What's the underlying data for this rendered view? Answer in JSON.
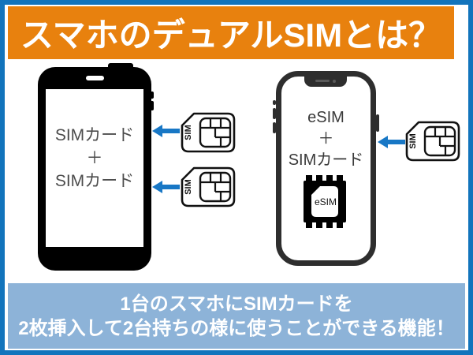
{
  "colors": {
    "outer_border": "#1274BC",
    "header_bg": "#E8810E",
    "footer_bg": "#8DB3D8",
    "arrow": "#1877C5",
    "left_phone_body": "#000000",
    "right_phone_frame": "#2E2E2E",
    "left_screen_text": "#4D4D4D",
    "right_screen_text": "#3A3A3A",
    "banner_text": "#FFFFFF"
  },
  "header": {
    "title": "スマホのデュアルSIMとは？"
  },
  "diagram": {
    "left_phone": {
      "line1": "SIMカード",
      "plus": "＋",
      "line2": "SIMカード"
    },
    "right_phone": {
      "line1": "eSIM",
      "plus": "＋",
      "line2": "SIMカード",
      "chip_label": "eSIM"
    },
    "sim_label": "SIM"
  },
  "footer": {
    "line1": "1台のスマホにSIMカードを",
    "line2": "2枚挿入して2台持ちの様に使うことができる機能！"
  }
}
